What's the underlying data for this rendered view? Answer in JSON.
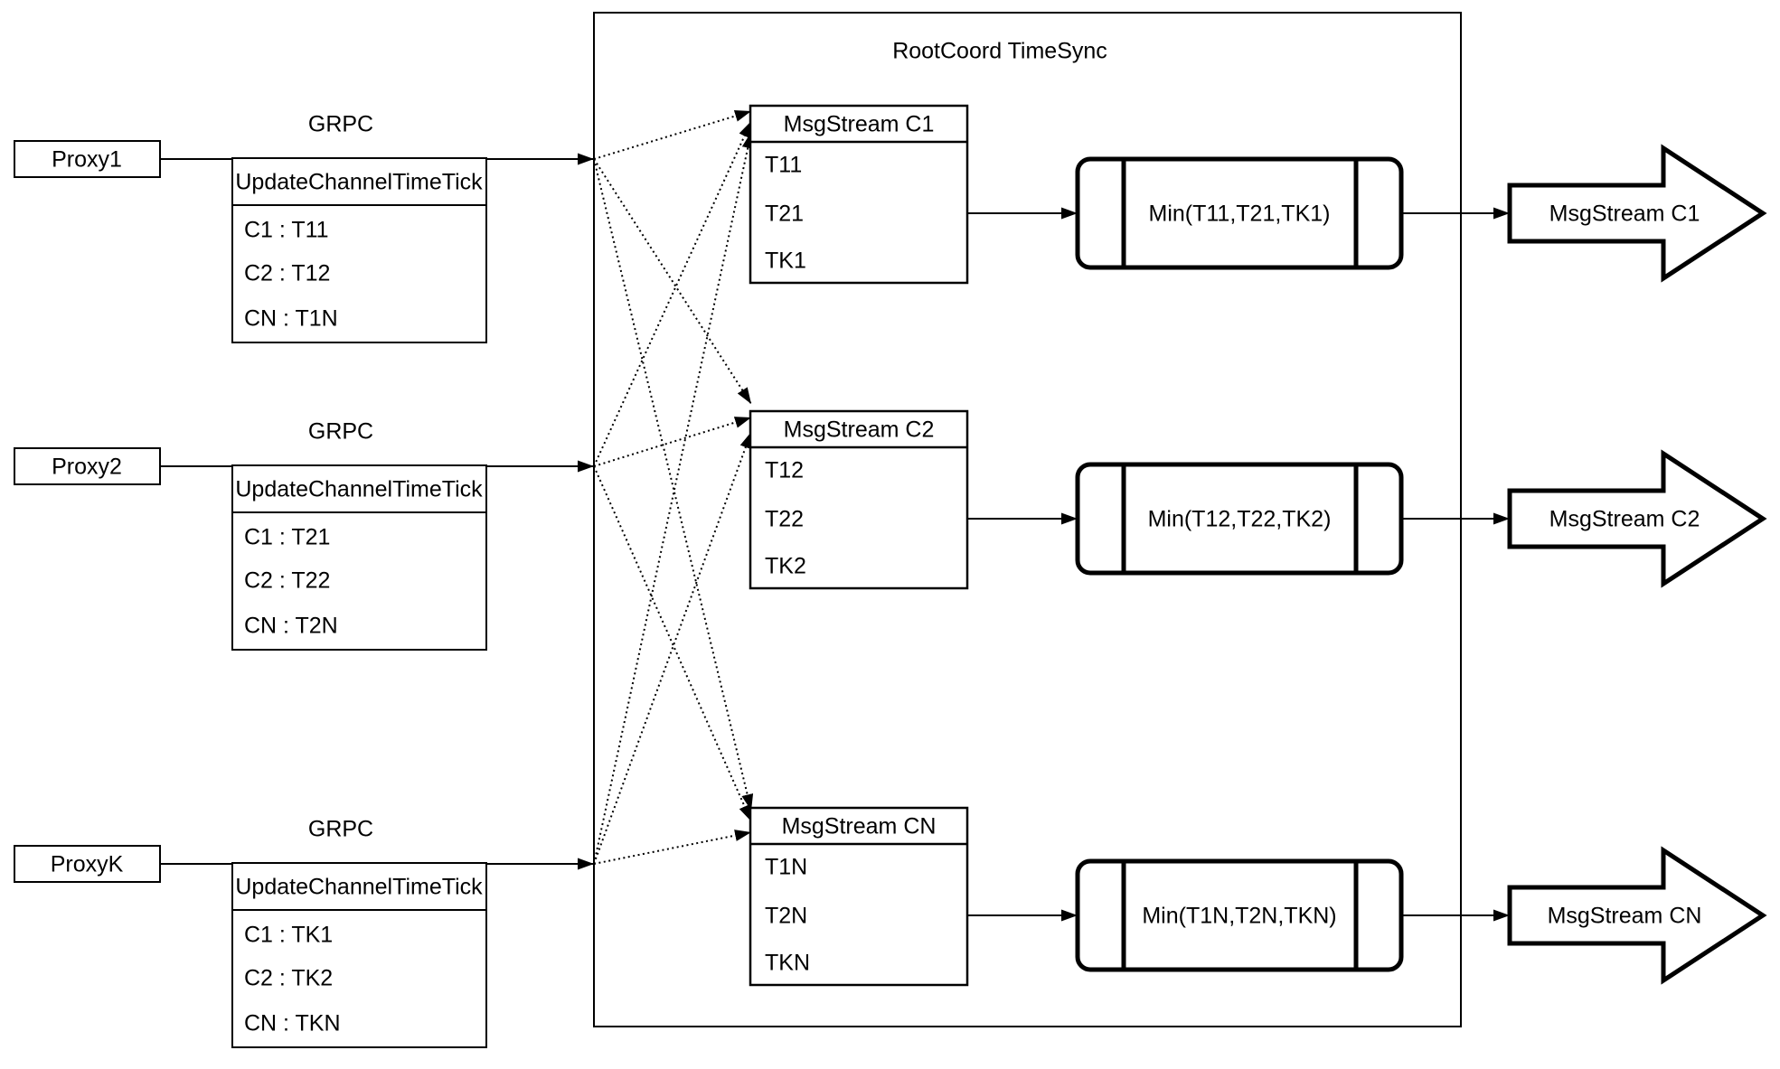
{
  "diagram": {
    "title": "RootCoord TimeSync",
    "colors": {
      "stroke": "#000000",
      "fill": "#ffffff"
    },
    "proxies": [
      {
        "name": "Proxy1",
        "grpc_label": "GRPC",
        "table_header": "UpdateChannelTimeTick",
        "rows": [
          "C1 :  T11",
          "C2 :  T12",
          "CN : T1N"
        ]
      },
      {
        "name": "Proxy2",
        "grpc_label": "GRPC",
        "table_header": "UpdateChannelTimeTick",
        "rows": [
          "C1 :  T21",
          "C2 :  T22",
          "CN : T2N"
        ]
      },
      {
        "name": "ProxyK",
        "grpc_label": "GRPC",
        "table_header": "UpdateChannelTimeTick",
        "rows": [
          "C1 :  TK1",
          "C2 :  TK2",
          "CN : TKN"
        ]
      }
    ],
    "streams": [
      {
        "header": "MsgStream C1",
        "ticks": [
          "T11",
          "T21",
          "TK1"
        ],
        "min_label": "Min(T11,T21,TK1)",
        "out_label": "MsgStream C1"
      },
      {
        "header": "MsgStream C2",
        "ticks": [
          "T12",
          "T22",
          "TK2"
        ],
        "min_label": "Min(T12,T22,TK2)",
        "out_label": "MsgStream C2"
      },
      {
        "header": "MsgStream CN",
        "ticks": [
          "T1N",
          "T2N",
          "TKN"
        ],
        "min_label": "Min(T1N,T2N,TKN)",
        "out_label": "MsgStream CN"
      }
    ]
  }
}
